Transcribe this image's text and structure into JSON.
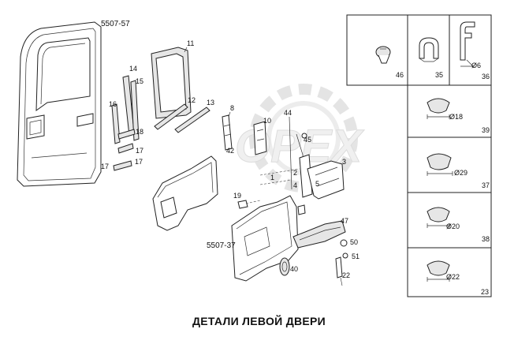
{
  "title": "ДЕТАЛИ ЛЕВОЙ ДВЕРИ",
  "watermark": "OPEX",
  "refs": {
    "door": "5507-57",
    "panel": "5507-37"
  },
  "callouts": {
    "c11": "11",
    "c14": "14",
    "c15": "15",
    "c16": "16",
    "c12": "12",
    "c13": "13",
    "c8": "8",
    "c18": "18",
    "c17a": "17",
    "c17b": "17",
    "c17c": "17",
    "c42": "42",
    "c10": "10",
    "c44": "44",
    "c45": "45",
    "c3": "3",
    "c1": "1",
    "c2": "2",
    "c4": "4",
    "c5": "5",
    "c19": "19",
    "c47": "47",
    "c50": "50",
    "c51": "51",
    "c40": "40",
    "c22": "22"
  },
  "boxes": {
    "b46": "46",
    "b35": "35",
    "b36": "36",
    "b39": "39",
    "b37": "37",
    "b38": "38",
    "b23": "23"
  },
  "dims": {
    "d6": "Ø6",
    "d18": "Ø18",
    "d29": "Ø29",
    "d20": "Ø20",
    "d22": "Ø22"
  }
}
